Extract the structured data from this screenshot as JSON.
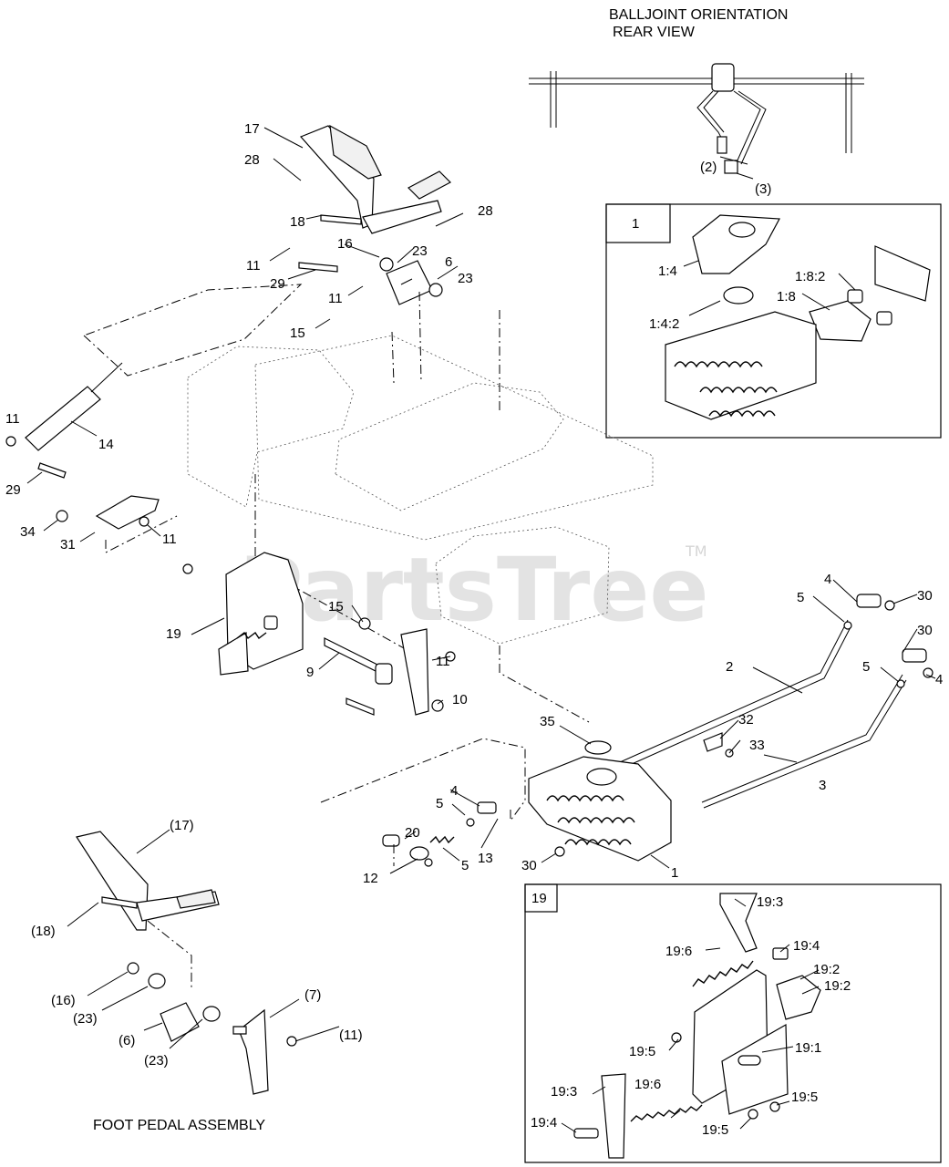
{
  "headings": {
    "balljoint_title": "BALLJOINT ORIENTATION",
    "balljoint_subtitle": "REAR VIEW",
    "foot_pedal": "FOOT PEDAL ASSEMBLY"
  },
  "watermark": {
    "text": "PartsTree",
    "tm": "TM"
  },
  "inset_labels": {
    "inset_1": "1",
    "inset_19": "19"
  },
  "callouts": {
    "c2_paren": "(2)",
    "c3_paren": "(3)",
    "c17": "17",
    "c28a": "28",
    "c18": "18",
    "c28b": "28",
    "c16": "16",
    "c23a": "23",
    "c6": "6",
    "c23b": "23",
    "c11a": "11",
    "c29a": "29",
    "c11b": "11",
    "c15a": "15",
    "c11c": "11",
    "c14": "14",
    "c29b": "29",
    "c34": "34",
    "c31": "31",
    "c11d": "11",
    "c19": "19",
    "c15b": "15",
    "c9": "9",
    "c11e": "11",
    "c10": "10",
    "c4a": "4",
    "c5a": "5",
    "c30a": "30",
    "c30b": "30",
    "c5b": "5",
    "c4b": "4",
    "c2": "2",
    "c35": "35",
    "c32": "32",
    "c33": "33",
    "c3": "3",
    "c4c": "4",
    "c5c": "5",
    "c20": "20",
    "c13": "13",
    "c12": "12",
    "c5d": "5",
    "c30c": "30",
    "c1": "1",
    "i1_4": "1:4",
    "i1_4_2": "1:4:2",
    "i1_8_2": "1:8:2",
    "i1_8": "1:8",
    "p17": "(17)",
    "p18": "(18)",
    "p16": "(16)",
    "p23a": "(23)",
    "p6": "(6)",
    "p23b": "(23)",
    "p7": "(7)",
    "p11": "(11)",
    "i19_3a": "19:3",
    "i19_6a": "19:6",
    "i19_4a": "19:4",
    "i19_2a": "19:2",
    "i19_2b": "19:2",
    "i19_5a": "19:5",
    "i19_1": "19:1",
    "i19_3b": "19:3",
    "i19_6b": "19:6",
    "i19_5b": "19:5",
    "i19_4b": "19:4",
    "i19_5c": "19:5"
  }
}
